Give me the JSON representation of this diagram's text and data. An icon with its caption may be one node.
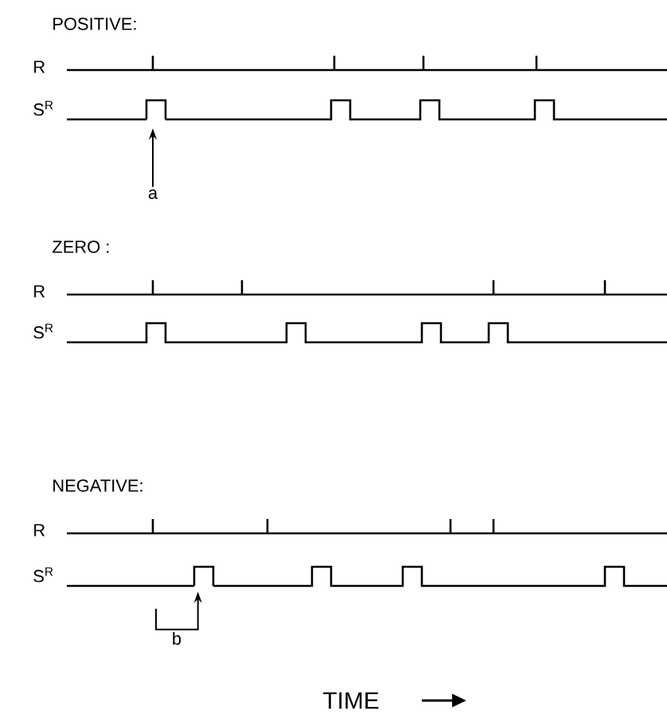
{
  "diagram": {
    "nodes": [
      {
        "text": [],
        "shape": "pulse"
      },
      {
        "text": [
          "a"
        ]
      },
      {
        "text": [],
        "shape": "pulse"
      },
      {
        "text": [
          "b"
        ]
      }
    ],
    "edges": [
      {
        "from": 1,
        "to": 0,
        "arrow": "to"
      },
      {
        "from": 3,
        "to": 2,
        "arrow": "to"
      }
    ],
    "labels": [
      "POSITIVE:",
      "R",
      "S$^{R}$",
      "ZERO :",
      "R",
      "S$^{R}$",
      "NEGATIVE:",
      "R",
      "S$^{R}$",
      "TIME"
    ]
  }
}
